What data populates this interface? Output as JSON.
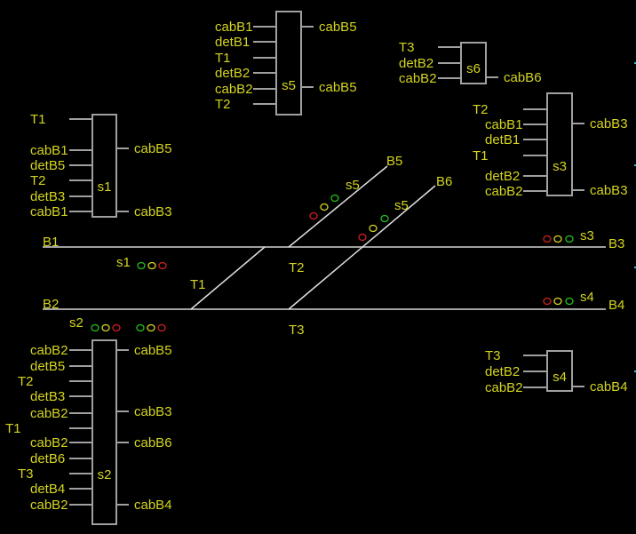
{
  "colors": {
    "background": "#000000",
    "text": "#d4d420",
    "box_stroke": "#a0a0a0",
    "track": "#a0a0a0",
    "branch": "#e0e0e0",
    "signal_green": "#20c020",
    "signal_yellow": "#d4d420",
    "signal_red": "#d02020",
    "marker": "#20c0d0"
  },
  "tracks": [
    {
      "id": "B1",
      "label": "B1"
    },
    {
      "id": "B2",
      "label": "B2"
    },
    {
      "id": "B3",
      "label": "B3"
    },
    {
      "id": "B4",
      "label": "B4"
    },
    {
      "id": "B5",
      "label": "B5"
    },
    {
      "id": "B6",
      "label": "B6"
    }
  ],
  "switch_labels": [
    "T1",
    "T2",
    "T3"
  ],
  "signal_groups": [
    {
      "label": "s1",
      "order": [
        "green",
        "yellow",
        "red"
      ]
    },
    {
      "label": "s2",
      "order": [
        "green",
        "yellow",
        "red"
      ]
    },
    {
      "label": "",
      "order": [
        "green",
        "yellow",
        "red"
      ]
    },
    {
      "label": "s3",
      "order": [
        "red",
        "yellow",
        "green"
      ]
    },
    {
      "label": "s4",
      "order": [
        "red",
        "yellow",
        "green"
      ]
    },
    {
      "label": "s5",
      "order": [
        "red",
        "yellow",
        "green"
      ]
    },
    {
      "label": "s5",
      "order": [
        "red",
        "yellow",
        "green"
      ]
    }
  ],
  "logic_blocks": [
    {
      "name": "s5",
      "inputs": [
        "cabB1",
        "detB1",
        "T1",
        "detB2",
        "cabB2",
        "T2"
      ],
      "outputs": [
        "cabB5",
        "cabB5"
      ]
    },
    {
      "name": "s6",
      "inputs": [
        "T3",
        "detB2",
        "cabB2"
      ],
      "outputs": [
        "cabB6"
      ]
    },
    {
      "name": "s1",
      "inputs": [
        "T1",
        "cabB1",
        "detB5",
        "T2",
        "detB3",
        "cabB1"
      ],
      "outputs": [
        "cabB5",
        "cabB3"
      ]
    },
    {
      "name": "s3",
      "inputs": [
        "T2",
        "cabB1",
        "detB1",
        "T1",
        "detB2",
        "cabB2"
      ],
      "outputs": [
        "cabB3",
        "cabB3"
      ]
    },
    {
      "name": "s2",
      "inputs": [
        "cabB2",
        "detB5",
        "T2",
        "detB3",
        "cabB2",
        "T1",
        "cabB2",
        "detB6",
        "T3",
        "detB4",
        "cabB2"
      ],
      "outputs": [
        "cabB5",
        "cabB3",
        "cabB6",
        "cabB4"
      ]
    },
    {
      "name": "s4",
      "inputs": [
        "T3",
        "detB2",
        "cabB2"
      ],
      "outputs": [
        "cabB4"
      ]
    }
  ]
}
